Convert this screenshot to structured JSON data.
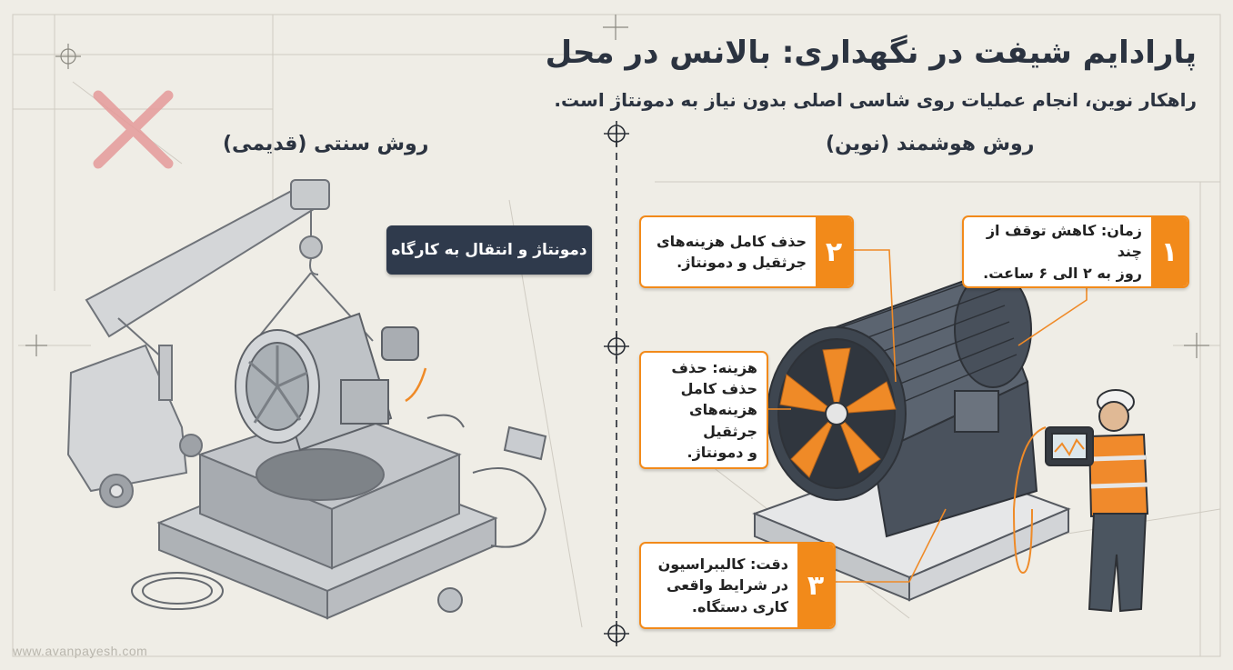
{
  "title": "پارادایم شیفت در نگهداری: بالانس در محل",
  "subtitle": "راهکار نوین، انجام عملیات روی شاسی اصلی بدون نیاز به دمونتاژ است.",
  "traditional": {
    "heading": "روش سنتی (قدیمی)",
    "tag": "دمونتاژ و انتقال به کارگاه",
    "reject_icon": "red-x-icon"
  },
  "smart": {
    "heading": "روش هوشمند (نوین)",
    "callouts": [
      {
        "number": "۱",
        "line1": "زمان: کاهش توقف از چند",
        "line2": "روز به ۲ الی ۶ ساعت."
      },
      {
        "number": "۲",
        "line1": "حذف کامل هزینه‌های",
        "line2": "جرثقیل و دمونتاژ."
      },
      {
        "number": "۳",
        "line1": "دقت: کالیبراسیون",
        "line2": "در شرایط واقعی",
        "line3": "کاری دستگاه."
      }
    ],
    "cost_callout": {
      "line1": "هزینه: حذف",
      "line2": "حذف کامل",
      "line3": "هزینه‌های جرثقیل",
      "line4": "و دمونتاژ."
    }
  },
  "watermark": "www.avanpayesh.com",
  "colors": {
    "accent": "#f28a1a",
    "dark": "#2f3a4c",
    "background": "#efede6",
    "reject": "#e07070"
  }
}
